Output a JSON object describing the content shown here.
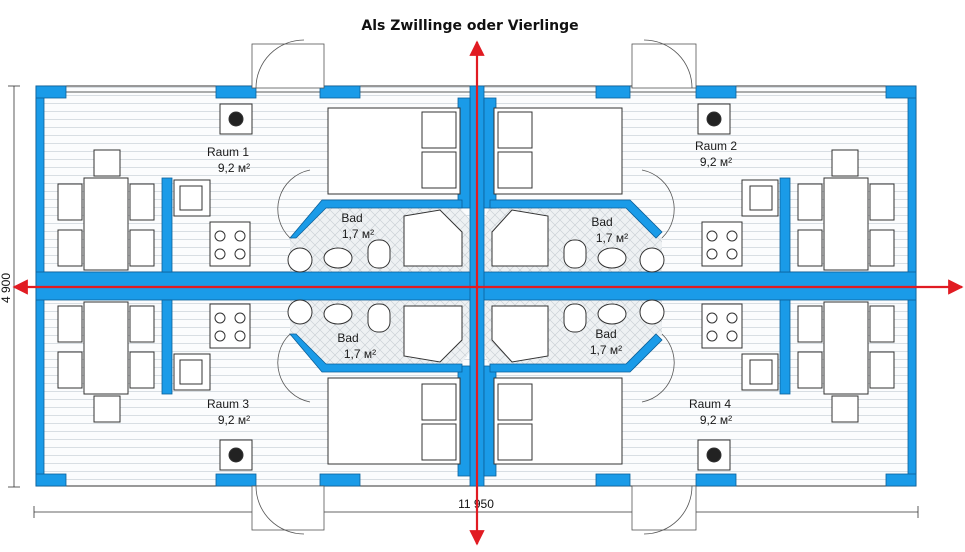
{
  "title": "Als Zwillinge oder Vierlinge",
  "dimensions": {
    "height": "4 900",
    "width": "11 950"
  },
  "rooms": [
    {
      "name": "Raum 1",
      "area": "9,2 м²"
    },
    {
      "name": "Raum 2",
      "area": "9,2 м²"
    },
    {
      "name": "Raum 3",
      "area": "9,2 м²"
    },
    {
      "name": "Raum 4",
      "area": "9,2 м²"
    }
  ],
  "baths": [
    {
      "name": "Bad",
      "area": "1,7 м²"
    },
    {
      "name": "Bad",
      "area": "1,7 м²"
    },
    {
      "name": "Bad",
      "area": "1,7 м²"
    },
    {
      "name": "Bad",
      "area": "1,7 м²"
    }
  ],
  "colors": {
    "wall": "#1a9be8",
    "arrow": "#e11b22",
    "line": "#333333",
    "floor": "#f4f6f8"
  }
}
